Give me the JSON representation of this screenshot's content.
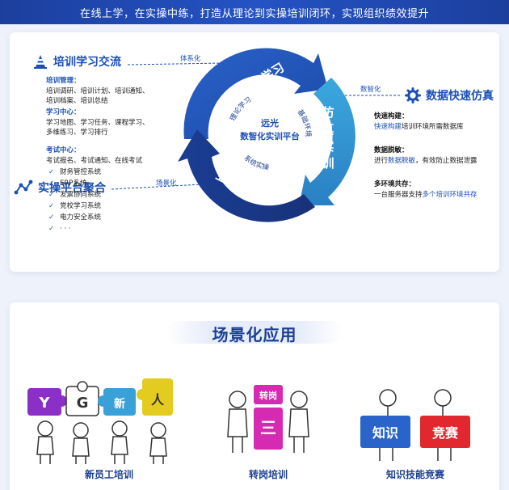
{
  "banner": "在线上学，在实操中练，打造从理论到实操培训闭环，实现组织绩效提升",
  "left_top": {
    "title": "培训学习交流",
    "groups": [
      {
        "title": "培训管理：",
        "lines": [
          "培训调研、培训计划、培训通知、",
          "培训档案、培训总结"
        ]
      },
      {
        "title": "学习中心：",
        "lines": [
          "学习地图、学习任务、课程学习、",
          "多维练习、学习排行"
        ]
      },
      {
        "title": "考试中心：",
        "lines": [
          "考试报名、考试通知、在线考试"
        ]
      }
    ]
  },
  "left_bottom": {
    "title": "实操平台聚合",
    "items": [
      "财务管控系统",
      "ERP系统",
      "发票协同系统",
      "党校学习系统",
      "电力安全系统",
      "· · ·"
    ],
    "check": "✓"
  },
  "right": {
    "title": "数据快速仿真",
    "groups": [
      {
        "title": "快速构建：",
        "parts": [
          {
            "t": "快速构建",
            "hl": true
          },
          {
            "t": "培训环境所需数据库",
            "hl": false
          }
        ]
      },
      {
        "title": "数据脱敏：",
        "parts": [
          {
            "t": "进行",
            "hl": false
          },
          {
            "t": "数据脱敏",
            "hl": true
          },
          {
            "t": "，有效防止数据泄露",
            "hl": false
          }
        ]
      },
      {
        "title": "多环境共存：",
        "parts": [
          {
            "t": "一台服务器支持",
            "hl": false
          },
          {
            "t": "多个培训环境共存",
            "hl": true
          }
        ]
      }
    ]
  },
  "connectors": {
    "systematize": "体系化",
    "digitize": "数智化",
    "scenarize": "场景化"
  },
  "cycle": {
    "seg_theory": "理论学习",
    "seg_sim": [
      "仿",
      "真",
      "实",
      "训"
    ],
    "seg_practice": "业务实操",
    "inner_theory": "理论学习",
    "inner_env": "基础环境",
    "inner_system": "系统实操",
    "center": [
      "远光",
      "数智化实训平台"
    ]
  },
  "scenes": {
    "title": "场景化应用",
    "items": [
      {
        "label": "新员工培训",
        "letters": [
          "Y",
          "G",
          "新",
          "人"
        ]
      },
      {
        "label": "转岗培训",
        "sign": [
          "转岗",
          "三"
        ]
      },
      {
        "label": "知识技能竞赛",
        "signs": [
          "知识",
          "竞赛"
        ]
      }
    ]
  },
  "colors": {
    "primary": "#1b4fb5",
    "dark": "#1b3f92",
    "teal": "#3aa0d8",
    "purple": "#8b2fc9",
    "yellow": "#e3cc1f",
    "red": "#e0282e"
  }
}
